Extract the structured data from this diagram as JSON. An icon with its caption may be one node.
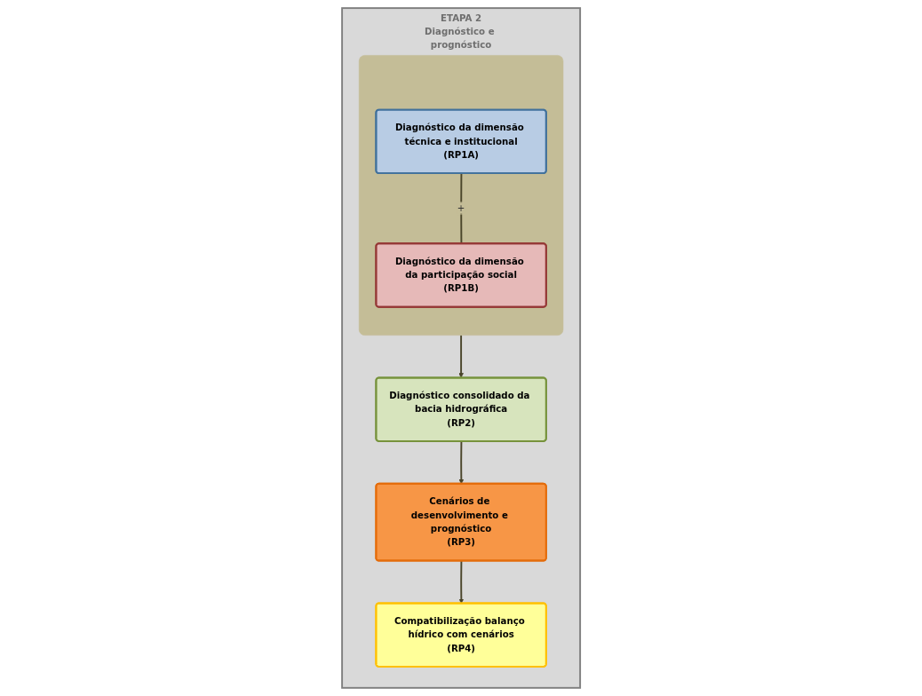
{
  "diagram": {
    "nodes": [
      {
        "text": [
          "ETAPA 2",
          "Diagnóstico e prognóstico"
        ]
      },
      {
        "text": [],
        "shape": "box",
        "in": 0
      },
      {
        "text": [
          "Diagnóstico da dimensão técnica e institucional",
          "(RP1A)"
        ],
        "in": 1
      },
      {
        "text": [
          "Diagnóstico da dimensão da participação social",
          "(RP1B)"
        ],
        "in": 1
      },
      {
        "text": [
          "Diagnóstico consolidado da bacia hidrográfica",
          "(RP2)"
        ],
        "in": 0
      },
      {
        "text": [
          "Cenários de desenvolvimento e prognóstico",
          "(RP3)"
        ],
        "in": 0
      },
      {
        "text": [
          "Compatibilização balanço hídrico com cenários",
          "(RP4)"
        ],
        "in": 0
      }
    ],
    "edges": [
      {
        "from": 2,
        "to": 3,
        "arrow": "none",
        "label": "+"
      },
      {
        "from": 1,
        "to": 4,
        "arrow": "to"
      },
      {
        "from": 4,
        "to": 5,
        "arrow": "to"
      },
      {
        "from": 5,
        "to": 6,
        "arrow": "to"
      }
    ]
  }
}
